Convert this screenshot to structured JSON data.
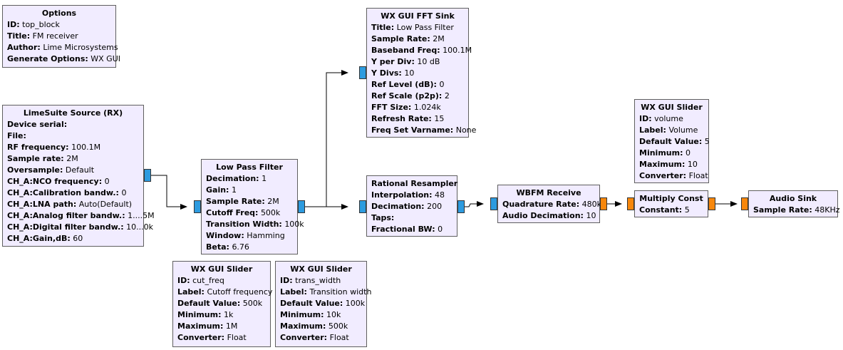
{
  "colors": {
    "block_bg": "#f1ecff",
    "complex_port": "#2d9bdf",
    "float_port": "#f7870c",
    "wire": "#000000"
  },
  "blocks": {
    "options": {
      "title": "Options",
      "params": [
        {
          "k": "ID:",
          "v": "top_block"
        },
        {
          "k": "Title:",
          "v": "FM receiver"
        },
        {
          "k": "Author:",
          "v": "Lime Microsystems"
        },
        {
          "k": "Generate Options:",
          "v": "WX GUI"
        }
      ]
    },
    "limesuite": {
      "title": "LimeSuite Source (RX)",
      "params": [
        {
          "k": "Device serial:",
          "v": ""
        },
        {
          "k": "File:",
          "v": ""
        },
        {
          "k": "RF frequency:",
          "v": "100.1M"
        },
        {
          "k": "Sample rate:",
          "v": "2M"
        },
        {
          "k": "Oversample:",
          "v": "Default"
        },
        {
          "k": "CH_A:NCO frequency:",
          "v": "0"
        },
        {
          "k": "CH_A:Calibration bandw.:",
          "v": "0"
        },
        {
          "k": "CH_A:LNA path:",
          "v": "Auto(Default)"
        },
        {
          "k": "CH_A:Analog filter bandw.:",
          "v": "1....5M"
        },
        {
          "k": "CH_A:Digital filter bandw.:",
          "v": "10...0k"
        },
        {
          "k": "CH_A:Gain,dB:",
          "v": "60"
        }
      ]
    },
    "lpf": {
      "title": "Low Pass Filter",
      "params": [
        {
          "k": "Decimation:",
          "v": "1"
        },
        {
          "k": "Gain:",
          "v": "1"
        },
        {
          "k": "Sample Rate:",
          "v": "2M"
        },
        {
          "k": "Cutoff Freq:",
          "v": "500k"
        },
        {
          "k": "Transition Width:",
          "v": "100k"
        },
        {
          "k": "Window:",
          "v": "Hamming"
        },
        {
          "k": "Beta:",
          "v": "6.76"
        }
      ]
    },
    "fft": {
      "title": "WX GUI FFT Sink",
      "params": [
        {
          "k": "Title:",
          "v": "Low Pass Filter"
        },
        {
          "k": "Sample Rate:",
          "v": "2M"
        },
        {
          "k": "Baseband Freq:",
          "v": "100.1M"
        },
        {
          "k": "Y per Div:",
          "v": "10 dB"
        },
        {
          "k": "Y Divs:",
          "v": "10"
        },
        {
          "k": "Ref Level (dB):",
          "v": "0"
        },
        {
          "k": "Ref Scale (p2p):",
          "v": "2"
        },
        {
          "k": "FFT Size:",
          "v": "1.024k"
        },
        {
          "k": "Refresh Rate:",
          "v": "15"
        },
        {
          "k": "Freq Set Varname:",
          "v": "None"
        }
      ]
    },
    "resampler": {
      "title": "Rational Resampler",
      "params": [
        {
          "k": "Interpolation:",
          "v": "48"
        },
        {
          "k": "Decimation:",
          "v": "200"
        },
        {
          "k": "Taps:",
          "v": ""
        },
        {
          "k": "Fractional BW:",
          "v": "0"
        }
      ]
    },
    "wbfm": {
      "title": "WBFM Receive",
      "params": [
        {
          "k": "Quadrature Rate:",
          "v": "480k"
        },
        {
          "k": "Audio Decimation:",
          "v": "10"
        }
      ]
    },
    "volume_slider": {
      "title": "WX GUI Slider",
      "params": [
        {
          "k": "ID:",
          "v": "volume"
        },
        {
          "k": "Label:",
          "v": "Volume"
        },
        {
          "k": "Default Value:",
          "v": "5"
        },
        {
          "k": "Minimum:",
          "v": "0"
        },
        {
          "k": "Maximum:",
          "v": "10"
        },
        {
          "k": "Converter:",
          "v": "Float"
        }
      ]
    },
    "multiply": {
      "title": "Multiply Const",
      "params": [
        {
          "k": "Constant:",
          "v": "5"
        }
      ]
    },
    "audio_sink": {
      "title": "Audio Sink",
      "params": [
        {
          "k": "Sample Rate:",
          "v": "48KHz"
        }
      ]
    },
    "cut_slider": {
      "title": "WX GUI Slider",
      "params": [
        {
          "k": "ID:",
          "v": "cut_freq"
        },
        {
          "k": "Label:",
          "v": "Cutoff frequency"
        },
        {
          "k": "Default Value:",
          "v": "500k"
        },
        {
          "k": "Minimum:",
          "v": "1k"
        },
        {
          "k": "Maximum:",
          "v": "1M"
        },
        {
          "k": "Converter:",
          "v": "Float"
        }
      ]
    },
    "trans_slider": {
      "title": "WX GUI Slider",
      "params": [
        {
          "k": "ID:",
          "v": "trans_width"
        },
        {
          "k": "Label:",
          "v": "Transition width"
        },
        {
          "k": "Default Value:",
          "v": "100k"
        },
        {
          "k": "Minimum:",
          "v": "10k"
        },
        {
          "k": "Maximum:",
          "v": "500k"
        },
        {
          "k": "Converter:",
          "v": "Float"
        }
      ]
    }
  }
}
